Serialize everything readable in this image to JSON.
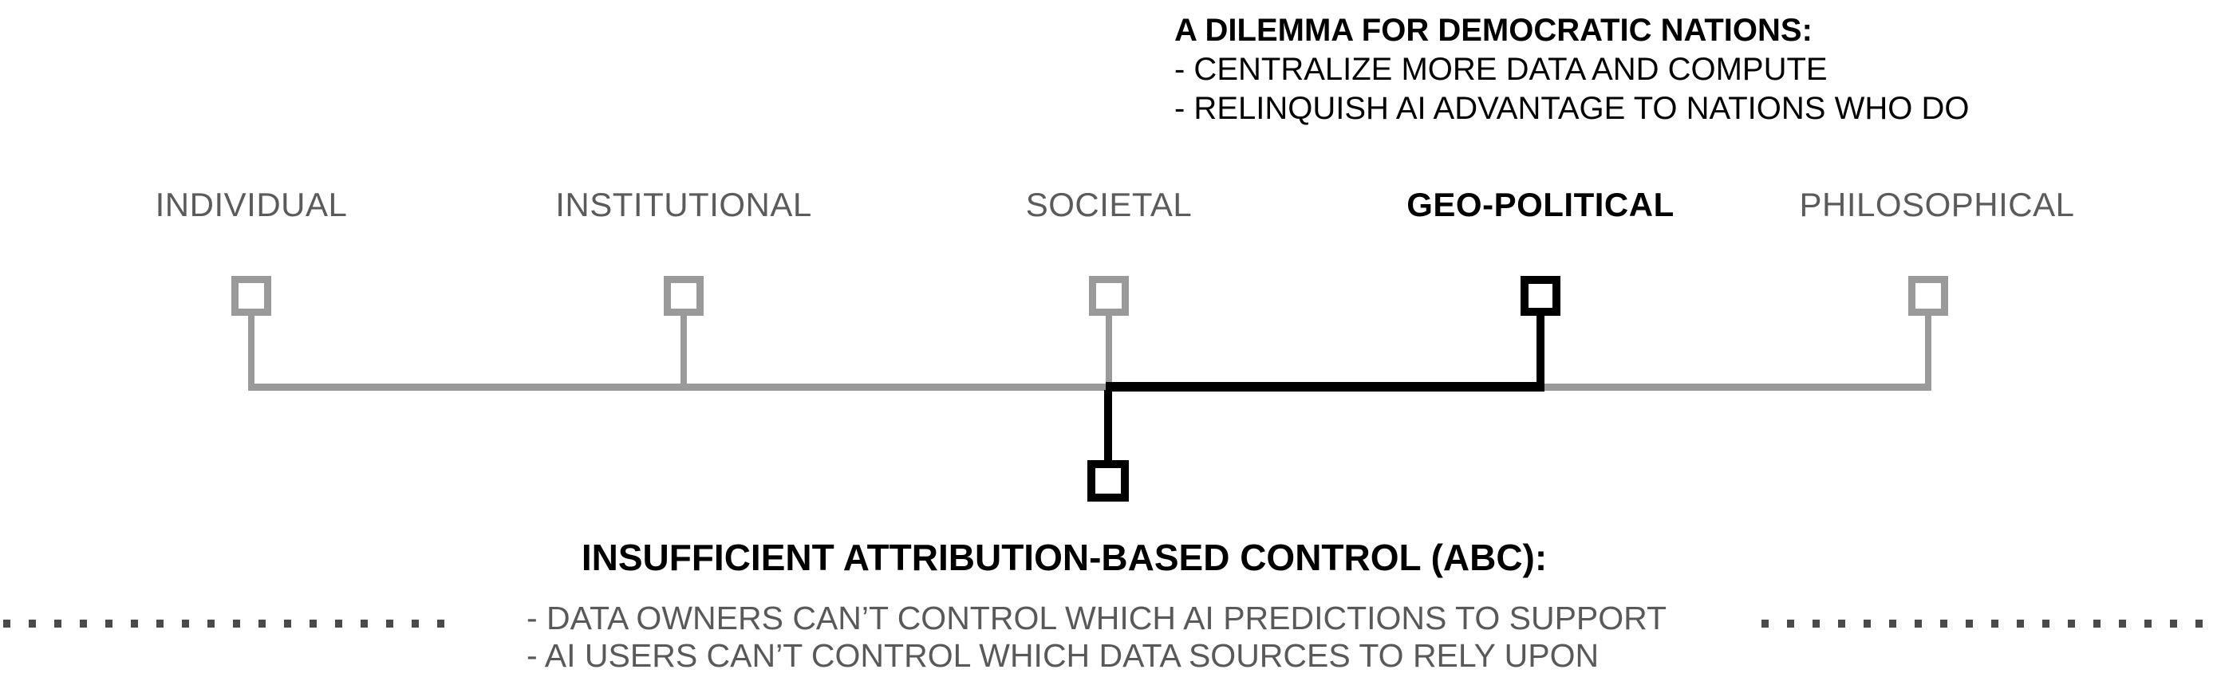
{
  "dilemma_note": {
    "title": "A DILEMMA FOR DEMOCRATIC NATIONS:",
    "points": [
      "- CENTRALIZE MORE DATA AND COMPUTE",
      "- RELINQUISH AI ADVANTAGE TO NATIONS WHO DO"
    ]
  },
  "categories": [
    {
      "label": "INDIVIDUAL",
      "emphasized": false
    },
    {
      "label": "INSTITUTIONAL",
      "emphasized": false
    },
    {
      "label": "SOCIETAL",
      "emphasized": false
    },
    {
      "label": "GEO-POLITICAL",
      "emphasized": true
    },
    {
      "label": "PHILOSOPHICAL",
      "emphasized": false
    }
  ],
  "abc_note": {
    "title": "INSUFFICIENT ATTRIBUTION-BASED CONTROL (ABC):",
    "points": [
      "- DATA OWNERS CAN’T CONTROL WHICH AI PREDICTIONS TO SUPPORT",
      "- AI USERS CAN’T CONTROL WHICH DATA SOURCES TO RELY UPON"
    ]
  },
  "colors": {
    "highlight": "#000000",
    "muted_line": "#9a9a9a",
    "muted_text": "#595959",
    "dots": "#4a4a4a"
  }
}
